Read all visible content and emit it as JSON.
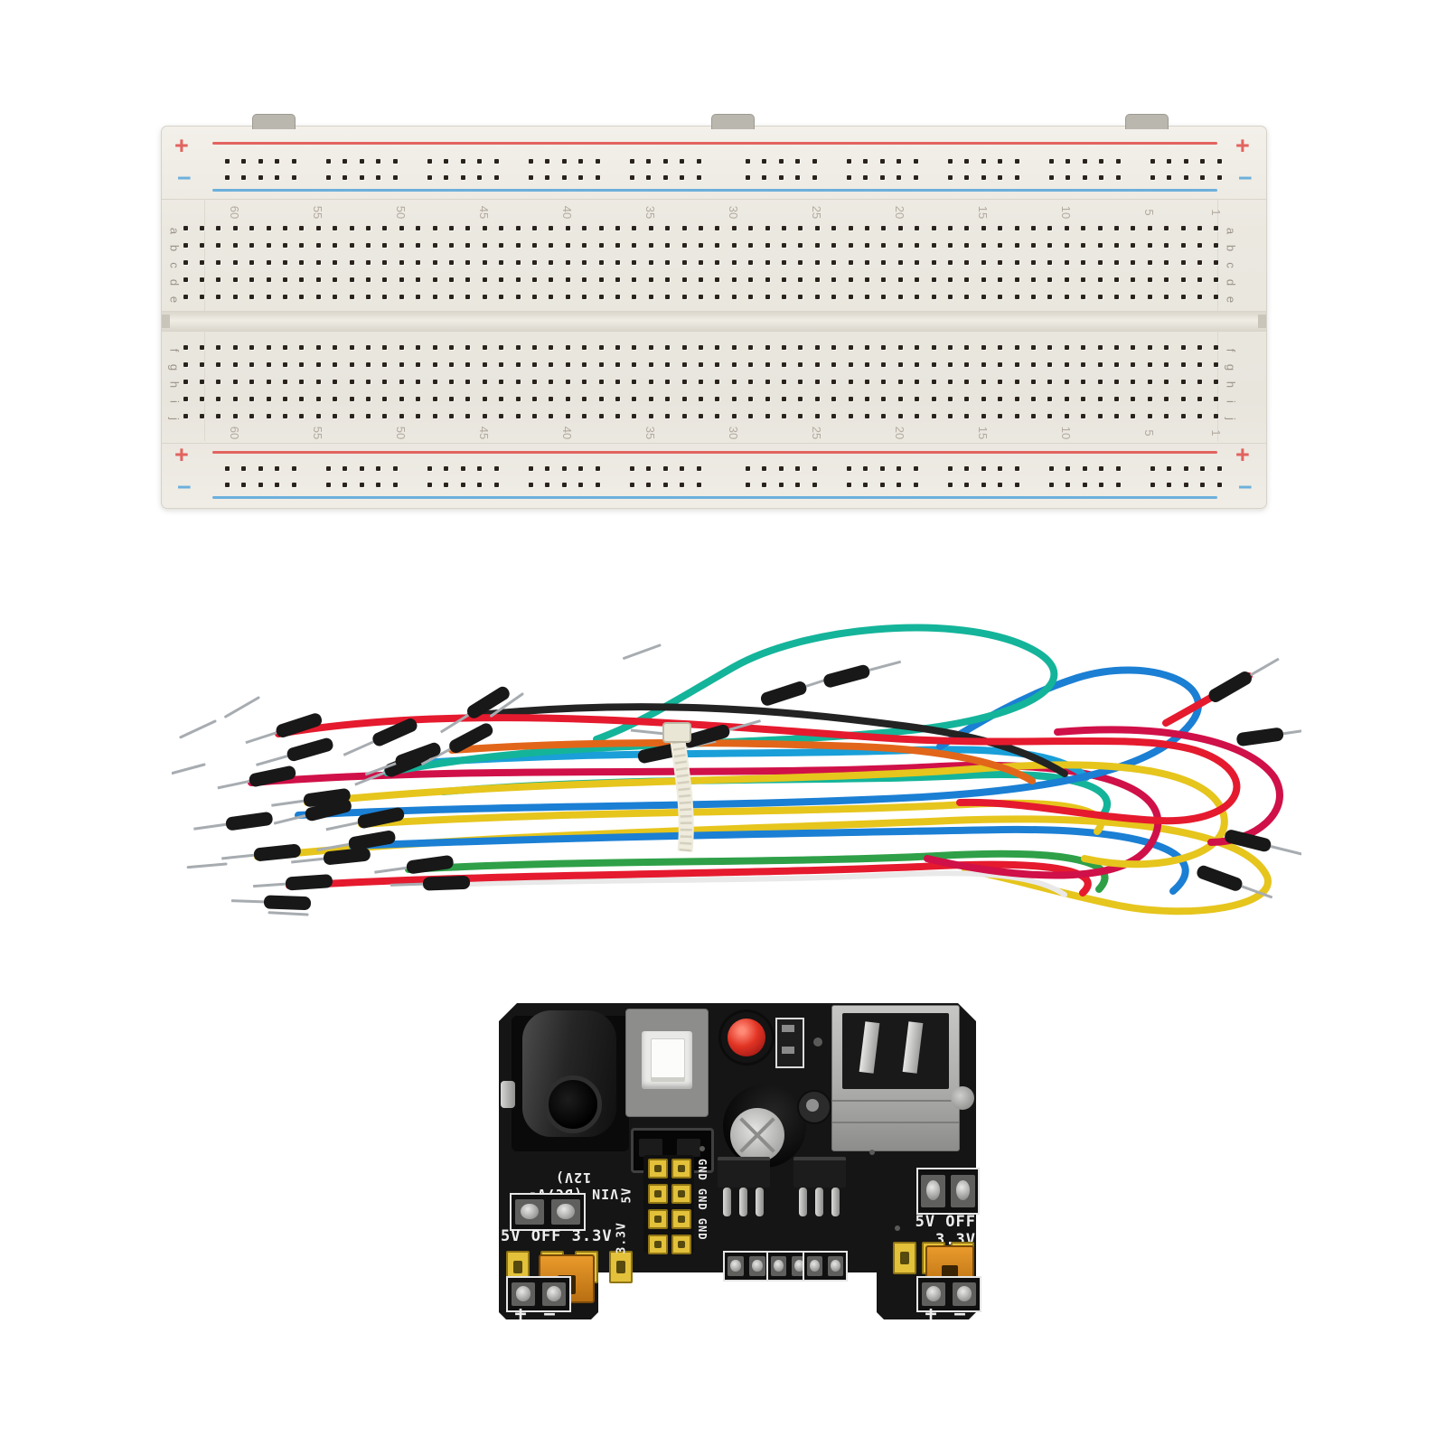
{
  "product": {
    "background": "#ffffff",
    "description": "Electronics prototyping kit: 830-point solderless breadboard, male-to-male jumper wire bundle, MB102 breadboard power supply module"
  },
  "breadboard": {
    "body_color": "#ebe8e0",
    "plus": "+",
    "minus": "−",
    "rail_red": "#e2635f",
    "rail_blue": "#6cb0dc",
    "columns": 63,
    "rows_per_block": 5,
    "column_numbers": [
      60,
      55,
      50,
      45,
      40,
      35,
      30,
      25,
      20,
      15,
      10,
      5,
      1
    ],
    "row_letters_top": [
      "a",
      "b",
      "c",
      "d",
      "e"
    ],
    "row_letters_bottom": [
      "f",
      "g",
      "h",
      "i",
      "j"
    ],
    "rail_groups": 10,
    "rail_holes_per_group": 5
  },
  "jumper_wires": {
    "tie_color": "#efecdd",
    "connector_color": "#1a1a1a",
    "pin_color": "#a7acb1",
    "colors": [
      {
        "name": "red",
        "hex": "#e51a2e"
      },
      {
        "name": "rose",
        "hex": "#d01048"
      },
      {
        "name": "yellow",
        "hex": "#e6c51d"
      },
      {
        "name": "blue",
        "hex": "#1b7fd4"
      },
      {
        "name": "cyan",
        "hex": "#1a9fd8"
      },
      {
        "name": "teal",
        "hex": "#14b49a"
      },
      {
        "name": "green",
        "hex": "#2fa048"
      },
      {
        "name": "orange",
        "hex": "#e2661a"
      },
      {
        "name": "black",
        "hex": "#232323"
      },
      {
        "name": "white",
        "hex": "#e9e9e9"
      }
    ]
  },
  "power_module": {
    "pcb_color": "#151515",
    "header_color": "#e3c13a",
    "jumper_color": "#d9881e",
    "led_color": "#d42318",
    "labels": {
      "vin": "VIN (DC7V-12V)",
      "selector_left": "5V OFF 3.3V",
      "selector_right": "5V OFF 3.3V",
      "rail_5v": "5V",
      "rail_3v3": "3.3V",
      "gnd": "GND GND GND",
      "plus": "+",
      "minus": "−"
    }
  }
}
